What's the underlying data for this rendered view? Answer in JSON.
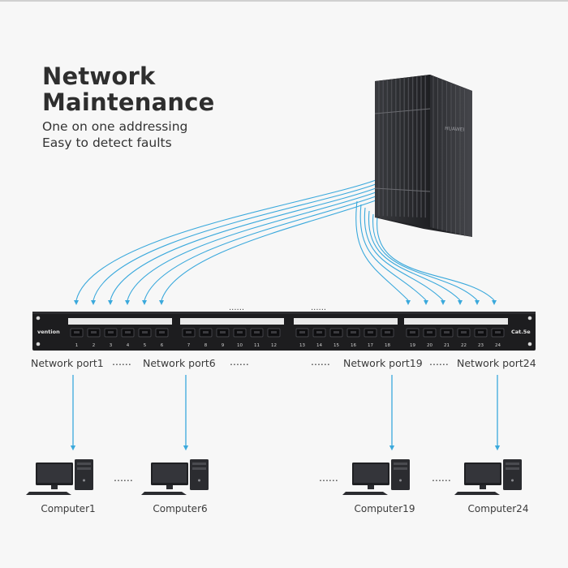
{
  "header": {
    "title_line1": "Network",
    "title_line2": "Maintenance",
    "subtitle_line1": "One on one addressing",
    "subtitle_line2": "Easy to detect faults"
  },
  "server": {
    "brand": "HUAWEI"
  },
  "patch_panel": {
    "brand": "vention",
    "category": "Cat.5e",
    "port_numbers": [
      "1",
      "2",
      "3",
      "4",
      "5",
      "6",
      "7",
      "8",
      "9",
      "10",
      "11",
      "12",
      "13",
      "14",
      "15",
      "16",
      "17",
      "18",
      "19",
      "20",
      "21",
      "22",
      "23",
      "24"
    ],
    "gap_dots": "......"
  },
  "ports": [
    {
      "label": "Network port1"
    },
    {
      "label": "Network port6"
    },
    {
      "label": "Network port19"
    },
    {
      "label": "Network port24"
    }
  ],
  "separators": [
    "......",
    "......",
    "......",
    "......"
  ],
  "computers": [
    {
      "label": "Computer1"
    },
    {
      "label": "Computer6"
    },
    {
      "label": "Computer19"
    },
    {
      "label": "Computer24"
    }
  ],
  "computer_separators": [
    "......",
    "......",
    "......"
  ],
  "colors": {
    "cable": "#3ba9dc",
    "panel": "#1d1d1f",
    "server": "#2a2b2e",
    "background": "#f7f7f7"
  }
}
